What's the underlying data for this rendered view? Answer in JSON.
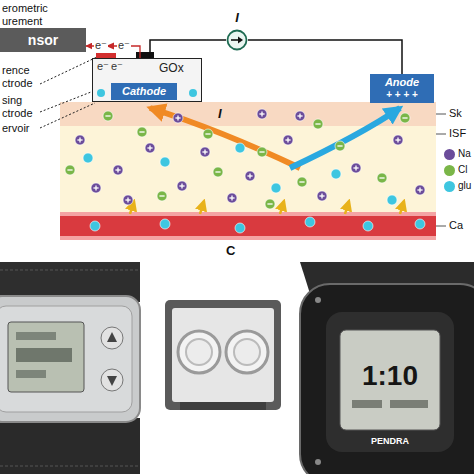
{
  "diagram": {
    "nodes": [
      {
        "text": [
          "nsor"
        ]
      },
      {
        "text": [
          "GOx"
        ]
      },
      {
        "text": [
          "Cathode"
        ],
        "in": 1
      },
      {
        "text": [
          "Anode",
          "+ + + +"
        ]
      },
      {
        "text": [
          "I"
        ]
      }
    ],
    "edges": [
      {
        "from": 1,
        "to": 0,
        "arrow": "to",
        "label": "e⁻"
      },
      {
        "from": 1,
        "to": 4,
        "arrow": "none"
      },
      {
        "from": 4,
        "to": 3,
        "arrow": "none"
      }
    ],
    "labels": [
      "erometric",
      "urement",
      "e⁻",
      "e⁻",
      "e⁻",
      "rence",
      "ctrode",
      "sing",
      "ctrode",
      "ervoir",
      "Sk",
      "ISF",
      "I",
      "Ca",
      "C",
      "1:10",
      "PENDRA"
    ],
    "legend": [
      {
        "text": "Na",
        "color": "#6b4c9a"
      },
      {
        "text": "Cl",
        "color": "#7ab648"
      },
      {
        "text": "glu",
        "color": "#3ec6e0"
      }
    ]
  }
}
